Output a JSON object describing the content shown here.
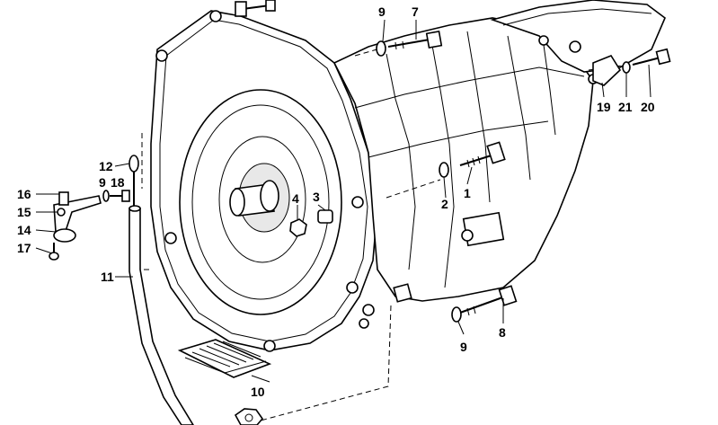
{
  "diagram": {
    "callouts": {
      "c1": "1",
      "c2": "2",
      "c3": "3",
      "c4": "4",
      "c7": "7",
      "c8": "8",
      "c9_top": "9",
      "c9_left": "9",
      "c9_bottom": "9",
      "c10": "10",
      "c11": "11",
      "c12": "12",
      "c14": "14",
      "c15": "15",
      "c16": "16",
      "c17": "17",
      "c18": "18",
      "c19": "19",
      "c20": "20",
      "c21": "21"
    }
  }
}
